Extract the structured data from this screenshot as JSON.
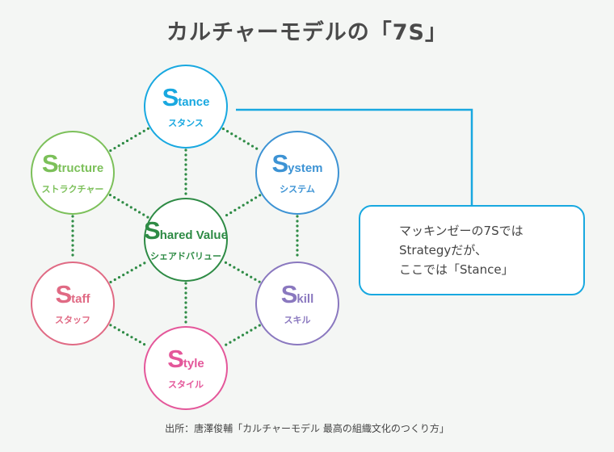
{
  "title": "カルチャーモデルの「7S」",
  "colors": {
    "connector_dots": "#2e8b45",
    "callout_line": "#18a8e0",
    "background": "#f4f6f4"
  },
  "nodes": [
    {
      "id": "stance",
      "cap": "S",
      "rest": "tance",
      "ja": "スタンス",
      "color": "#18a8e0"
    },
    {
      "id": "structure",
      "cap": "S",
      "rest": "tructure",
      "ja": "ストラクチャー",
      "color": "#7cc05a"
    },
    {
      "id": "system",
      "cap": "S",
      "rest": "ystem",
      "ja": "システム",
      "color": "#3d93d4"
    },
    {
      "id": "shared-value",
      "cap": "S",
      "rest": "hared Value",
      "ja": "シェアドバリュー",
      "color": "#2e8b45"
    },
    {
      "id": "staff",
      "cap": "S",
      "rest": "taff",
      "ja": "スタッフ",
      "color": "#e06a84"
    },
    {
      "id": "skill",
      "cap": "S",
      "rest": "kill",
      "ja": "スキル",
      "color": "#8a78bf"
    },
    {
      "id": "style",
      "cap": "S",
      "rest": "tyle",
      "ja": "スタイル",
      "color": "#e4579a"
    }
  ],
  "callout": {
    "lines": [
      "マッキンゼーの7Sでは",
      "Strategyだが、",
      "ここでは「Stance」"
    ]
  },
  "source": "出所：唐澤俊輔「カルチャーモデル 最高の組織文化のつくり方」"
}
